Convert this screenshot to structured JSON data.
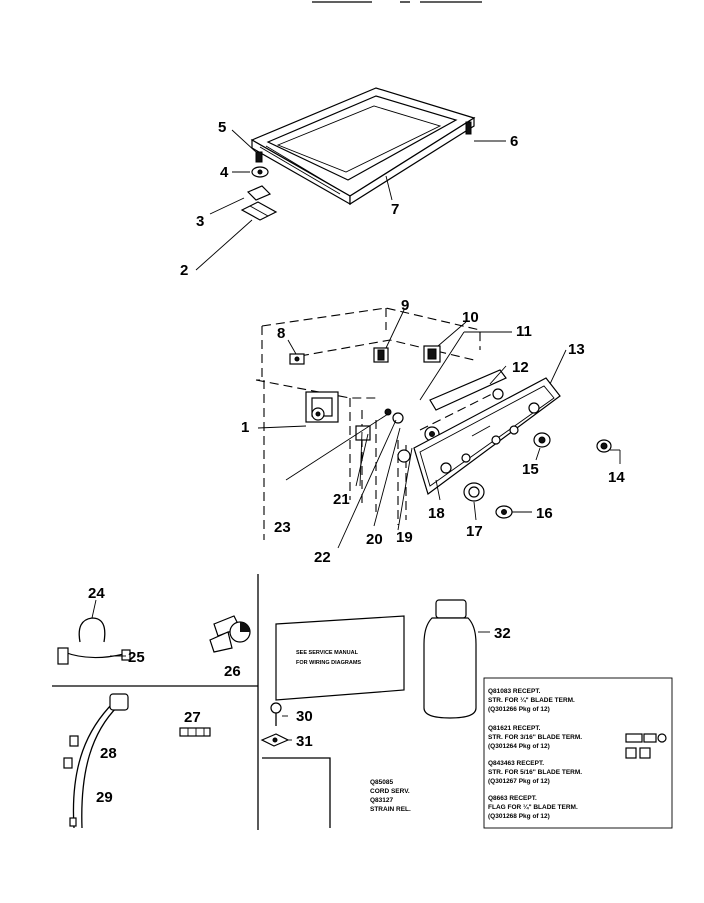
{
  "callouts": [
    {
      "id": "1",
      "label": "1"
    },
    {
      "id": "2",
      "label": "2"
    },
    {
      "id": "3",
      "label": "3"
    },
    {
      "id": "4",
      "label": "4"
    },
    {
      "id": "5",
      "label": "5"
    },
    {
      "id": "6",
      "label": "6"
    },
    {
      "id": "7",
      "label": "7"
    },
    {
      "id": "8",
      "label": "8"
    },
    {
      "id": "9",
      "label": "9"
    },
    {
      "id": "10",
      "label": "10"
    },
    {
      "id": "11",
      "label": "11"
    },
    {
      "id": "12",
      "label": "12"
    },
    {
      "id": "13",
      "label": "13"
    },
    {
      "id": "14",
      "label": "14"
    },
    {
      "id": "15",
      "label": "15"
    },
    {
      "id": "16",
      "label": "16"
    },
    {
      "id": "17",
      "label": "17"
    },
    {
      "id": "18",
      "label": "18"
    },
    {
      "id": "19",
      "label": "19"
    },
    {
      "id": "20",
      "label": "20"
    },
    {
      "id": "21",
      "label": "21"
    },
    {
      "id": "22",
      "label": "22"
    },
    {
      "id": "23",
      "label": "23"
    },
    {
      "id": "24",
      "label": "24"
    },
    {
      "id": "25",
      "label": "25"
    },
    {
      "id": "26",
      "label": "26"
    },
    {
      "id": "27",
      "label": "27"
    },
    {
      "id": "28",
      "label": "28"
    },
    {
      "id": "29",
      "label": "29"
    },
    {
      "id": "30",
      "label": "30"
    },
    {
      "id": "31",
      "label": "31"
    },
    {
      "id": "32",
      "label": "32"
    }
  ],
  "manual_card": {
    "line1": "SEE SERVICE MANUAL",
    "line2": "FOR WIRING DIAGRAMS"
  },
  "cord_note": {
    "line1": "Q85085",
    "line2": "CORD SERV.",
    "line3": "Q83127",
    "line4": "STRAIN REL."
  },
  "receptacle_notes": [
    {
      "line1": "Q81083 RECEPT.",
      "line2": "STR. FOR ¼\" BLADE TERM.",
      "line3": "(Q301266 Pkg of 12)"
    },
    {
      "line1": "Q81621 RECEPT.",
      "line2": "STR. FOR 3/16\" BLADE TERM.",
      "line3": "(Q301264 Pkg of 12)"
    },
    {
      "line1": "Q843463 RECEPT.",
      "line2": "STR. FOR 5/16\" BLADE TERM.",
      "line3": "(Q301267 Pkg of 12)"
    },
    {
      "line1": "Q8663 RECEPT.",
      "line2": "FLAG FOR ¼\" BLADE TERM.",
      "line3": "(Q301268 Pkg of 12)"
    }
  ]
}
